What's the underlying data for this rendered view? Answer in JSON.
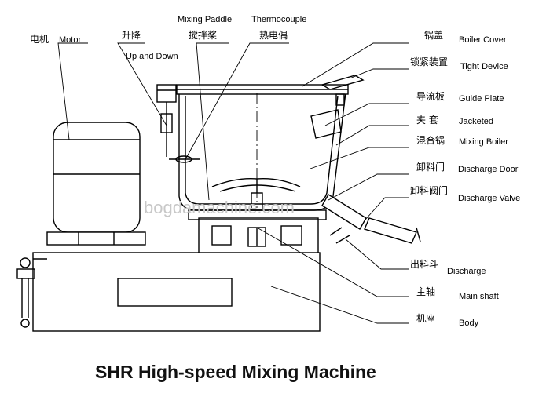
{
  "title": "SHR High-speed Mixing Machine",
  "watermark": "bogdamachine.com",
  "labels": {
    "motor_zh": "电机",
    "motor_en": "Motor",
    "up_down_zh": "升降",
    "up_down_en": "Up and Down",
    "paddle_en": "Mixing Paddle",
    "paddle_zh": "搅拌桨",
    "thermocouple_en": "Thermocouple",
    "thermocouple_zh": "热电偶",
    "boiler_cover_zh": "锅盖",
    "boiler_cover_en": "Boiler Cover",
    "tight_device_zh": "锁紧装置",
    "tight_device_en": "Tight Device",
    "guide_plate_zh": "导流板",
    "guide_plate_en": "Guide Plate",
    "jacketed_zh": "夹 套",
    "jacketed_en": "Jacketed",
    "mixing_boiler_zh": "混合锅",
    "mixing_boiler_en": "Mixing Boiler",
    "discharge_door_zh": "卸料门",
    "discharge_door_en": "Discharge Door",
    "discharge_valve_zh": "卸料阀门",
    "discharge_valve_en": "Discharge Valve",
    "discharge_zh": "出料斗",
    "discharge_en": "Discharge",
    "main_shaft_zh": "主轴",
    "main_shaft_en": "Main shaft",
    "body_zh": "机座",
    "body_en": "Body"
  }
}
